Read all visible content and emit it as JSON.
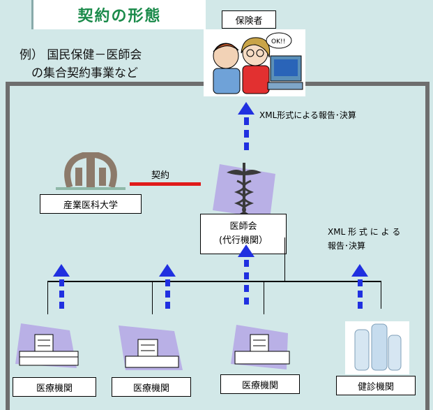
{
  "title": "契約の形態",
  "example": {
    "line1": "例） 国民保健－医師会",
    "line2": "　の集合契約事業など"
  },
  "insurer": {
    "label": "保険者",
    "bubble": "OK!!"
  },
  "report_top": "XML形式による報告･決算",
  "report_right": {
    "line1": "XML 形 式 に よ る",
    "line2": "報告･決算"
  },
  "university": {
    "label": "産業医科大学"
  },
  "contract_label": "契約",
  "medical_assoc": {
    "line1": "医師会",
    "line2": "(代行機関）"
  },
  "facilities": [
    {
      "label": "医療機関"
    },
    {
      "label": "医療機関"
    },
    {
      "label": "医療機関"
    },
    {
      "label": "健診機関"
    }
  ],
  "colors": {
    "background": "#d2e8e8",
    "title_text": "#1a8a4a",
    "arrow": "#2030e0",
    "contract_line": "#e01a1a",
    "frame": "#6e6e6e"
  }
}
